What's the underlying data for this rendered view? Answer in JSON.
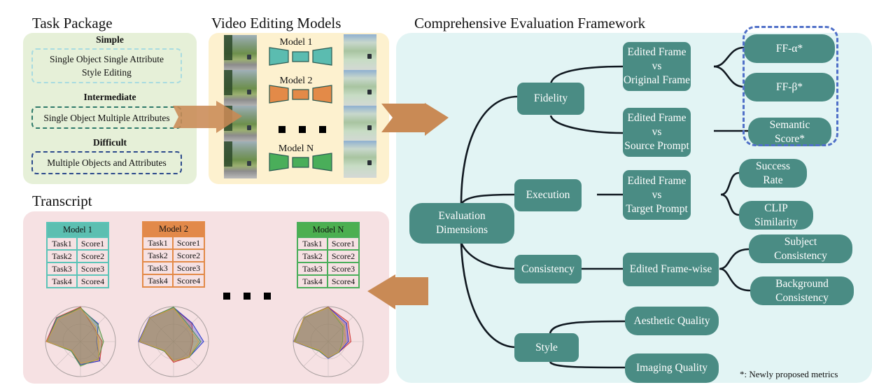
{
  "sections": {
    "task_package": "Task Package",
    "video_models": "Video Editing Models",
    "framework": "Comprehensive Evaluation Framework",
    "transcript": "Transcript"
  },
  "task_package": {
    "levels": [
      {
        "label": "Simple",
        "description_line1": "Single Object Single Attribute",
        "description_line2": "Style Editing"
      },
      {
        "label": "Intermediate",
        "description_line1": "Single Object Multiple Attributes"
      },
      {
        "label": "Difficult",
        "description_line1": "Multiple Objects and Attributes"
      }
    ]
  },
  "video_models": {
    "models": [
      {
        "label": "Model 1",
        "color": "#5bbcb0"
      },
      {
        "label": "Model 2",
        "color": "#e38a48"
      },
      {
        "label": "Model N",
        "color": "#4aae5a"
      }
    ],
    "ellipsis": "..."
  },
  "framework": {
    "root": {
      "line1": "Evaluation",
      "line2": "Dimensions"
    },
    "dimensions": {
      "fidelity": "Fidelity",
      "execution": "Execution",
      "consistency": "Consistency",
      "style": "Style"
    },
    "comparisons": {
      "orig_frame": {
        "line1": "Edited Frame",
        "line2": "vs",
        "line3": "Original Frame"
      },
      "source_prompt": {
        "line1": "Edited Frame",
        "line2": "vs",
        "line3": "Source Prompt"
      },
      "target_prompt": {
        "line1": "Edited Frame",
        "line2": "vs",
        "line3": "Target Prompt"
      },
      "frame_wise": "Edited Frame-wise",
      "aesthetic": "Aesthetic Quality",
      "imaging": "Imaging Quality"
    },
    "metrics": {
      "ff_alpha": "FF-α*",
      "ff_beta": "FF-β*",
      "semantic": {
        "line1": "Semantic",
        "line2": "Score*"
      },
      "success": {
        "line1": "Success",
        "line2": "Rate"
      },
      "clip": {
        "line1": "CLIP",
        "line2": "Similarity"
      },
      "subject": {
        "line1": "Subject",
        "line2": "Consistency"
      },
      "background": {
        "line1": "Background",
        "line2": "Consistency"
      }
    },
    "footnote": "*: Newly proposed metrics",
    "node_color": "#4a8c84",
    "new_metric_outline_color": "#5070c8"
  },
  "transcript": {
    "tables": [
      {
        "model": "Model 1",
        "rows": [
          [
            "Task1",
            "Score1"
          ],
          [
            "Task2",
            "Score2"
          ],
          [
            "Task3",
            "Score3"
          ],
          [
            "Task4",
            "Score4"
          ]
        ]
      },
      {
        "model": "Model 2",
        "rows": [
          [
            "Task1",
            "Score1"
          ],
          [
            "Task2",
            "Score2"
          ],
          [
            "Task3",
            "Score3"
          ],
          [
            "Task4",
            "Score4"
          ]
        ]
      },
      {
        "model": "Model N",
        "rows": [
          [
            "Task1",
            "Score1"
          ],
          [
            "Task2",
            "Score2"
          ],
          [
            "Task3",
            "Score3"
          ],
          [
            "Task4",
            "Score4"
          ]
        ]
      }
    ],
    "radar_series_colors": [
      "#d03a3a",
      "#2a3ad0",
      "#5a9a4a",
      "#d0a040"
    ]
  },
  "arrow_color": "#c98a55"
}
